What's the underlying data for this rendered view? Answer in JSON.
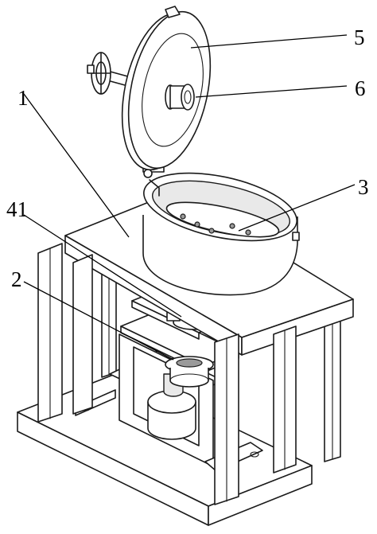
{
  "figure": {
    "labels": [
      {
        "id": "label-5",
        "text": "5"
      },
      {
        "id": "label-6",
        "text": "6"
      },
      {
        "id": "label-1",
        "text": "1"
      },
      {
        "id": "label-3",
        "text": "3"
      },
      {
        "id": "label-41",
        "text": "41"
      },
      {
        "id": "label-2",
        "text": "2"
      }
    ]
  }
}
